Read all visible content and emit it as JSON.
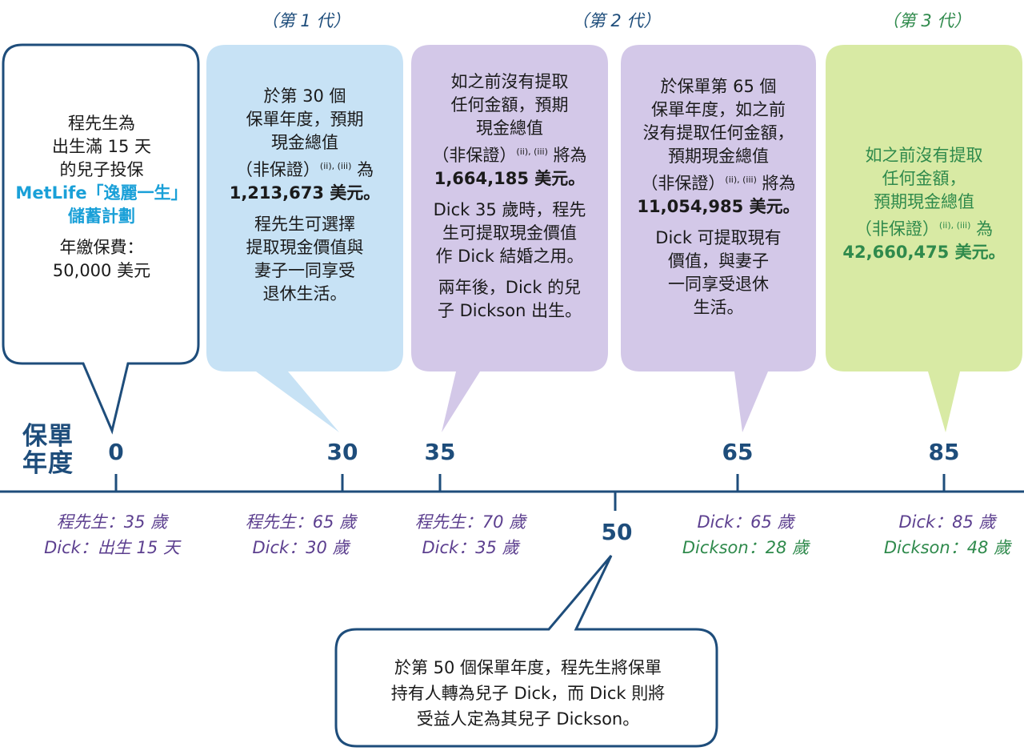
{
  "generations": {
    "gen1": "（第 1 代）",
    "gen2": "（第 2 代）",
    "gen3": "（第 3 代）"
  },
  "axis": {
    "title_line1": "保單",
    "title_line2": "年度",
    "ticks": [
      "0",
      "30",
      "35",
      "65",
      "85"
    ],
    "below_tick": "50"
  },
  "box0": {
    "line1": "程先生為",
    "line2": "出生滿 15 天",
    "line3": "的兒子投保",
    "line4": "MetLife「逸麗一生」",
    "line5": "儲蓄計劃",
    "line6": "年繳保費：",
    "line7": "50,000 美元"
  },
  "box30": {
    "line1": "於第 30 個",
    "line2": "保單年度，預期",
    "line3": "現金總值",
    "line4a": "（非保證）",
    "line4sup": "(ii), (iii)",
    "line4b": "為",
    "line5a": "1,213,673",
    "line5b": "美元",
    "line5c": "。",
    "line6": "程先生可選擇",
    "line7": "提取現金價值與",
    "line8": "妻子一同享受",
    "line9": "退休生活。"
  },
  "box35": {
    "line1": "如之前沒有提取",
    "line2": "任何金額，預期",
    "line3": "現金總值",
    "line4a": "（非保證）",
    "line4sup": "(ii), (iii)",
    "line4b": "將為",
    "line5a": "1,664,185",
    "line5b": "美元",
    "line5c": "。",
    "line6": "Dick 35 歲時，程先",
    "line7": "生可提取現金價值",
    "line8": "作 Dick 結婚之用。",
    "line9": "兩年後，Dick 的兒",
    "line10": "子 Dickson 出生。"
  },
  "box65": {
    "line1": "於保單第 65 個",
    "line2": "保單年度，如之前",
    "line3": "沒有提取任何金額，",
    "line4": "預期現金總值",
    "line5a": "（非保證）",
    "line5sup": "(ii), (iii)",
    "line5b": "將為",
    "line6a": "11,054,985",
    "line6b": "美元",
    "line6c": "。",
    "line7": "Dick 可提取現有",
    "line8": "價值，與妻子",
    "line9": "一同享受退休",
    "line10": "生活。"
  },
  "box85": {
    "line1": "如之前沒有提取",
    "line2": "任何金額，",
    "line3": "預期現金總值",
    "line4a": "（非保證）",
    "line4sup": "(ii), (iii)",
    "line4b": "為",
    "line5a": "42,660,475",
    "line5b": "美元",
    "line5c": "。"
  },
  "ages": {
    "a0_l1": "程先生：35 歲",
    "a0_l2": "Dick：出生 15 天",
    "a30_l1": "程先生：65 歲",
    "a30_l2": "Dick：30 歲",
    "a35_l1": "程先生：70 歲",
    "a35_l2": "Dick：35 歲",
    "a65_l1": "Dick：65 歲",
    "a65_l2": "Dickson：28 歲",
    "a85_l1": "Dick：85 歲",
    "a85_l2": "Dickson：48 歲"
  },
  "box50": {
    "line1": "於第 50 個保單年度，程先生將保單",
    "line2": "持有人轉為兒子 Dick，而 Dick 則將",
    "line3": "受益人定為其兒子 Dickson。"
  },
  "colors": {
    "navy": "#1e4d7b",
    "light_blue": "#c7e2f5",
    "lavender": "#d3c8e8",
    "light_green": "#d8eaa4",
    "brand_blue": "#1aa0d8",
    "green_text": "#2f8a4c",
    "purple_text": "#5c3f8f"
  }
}
